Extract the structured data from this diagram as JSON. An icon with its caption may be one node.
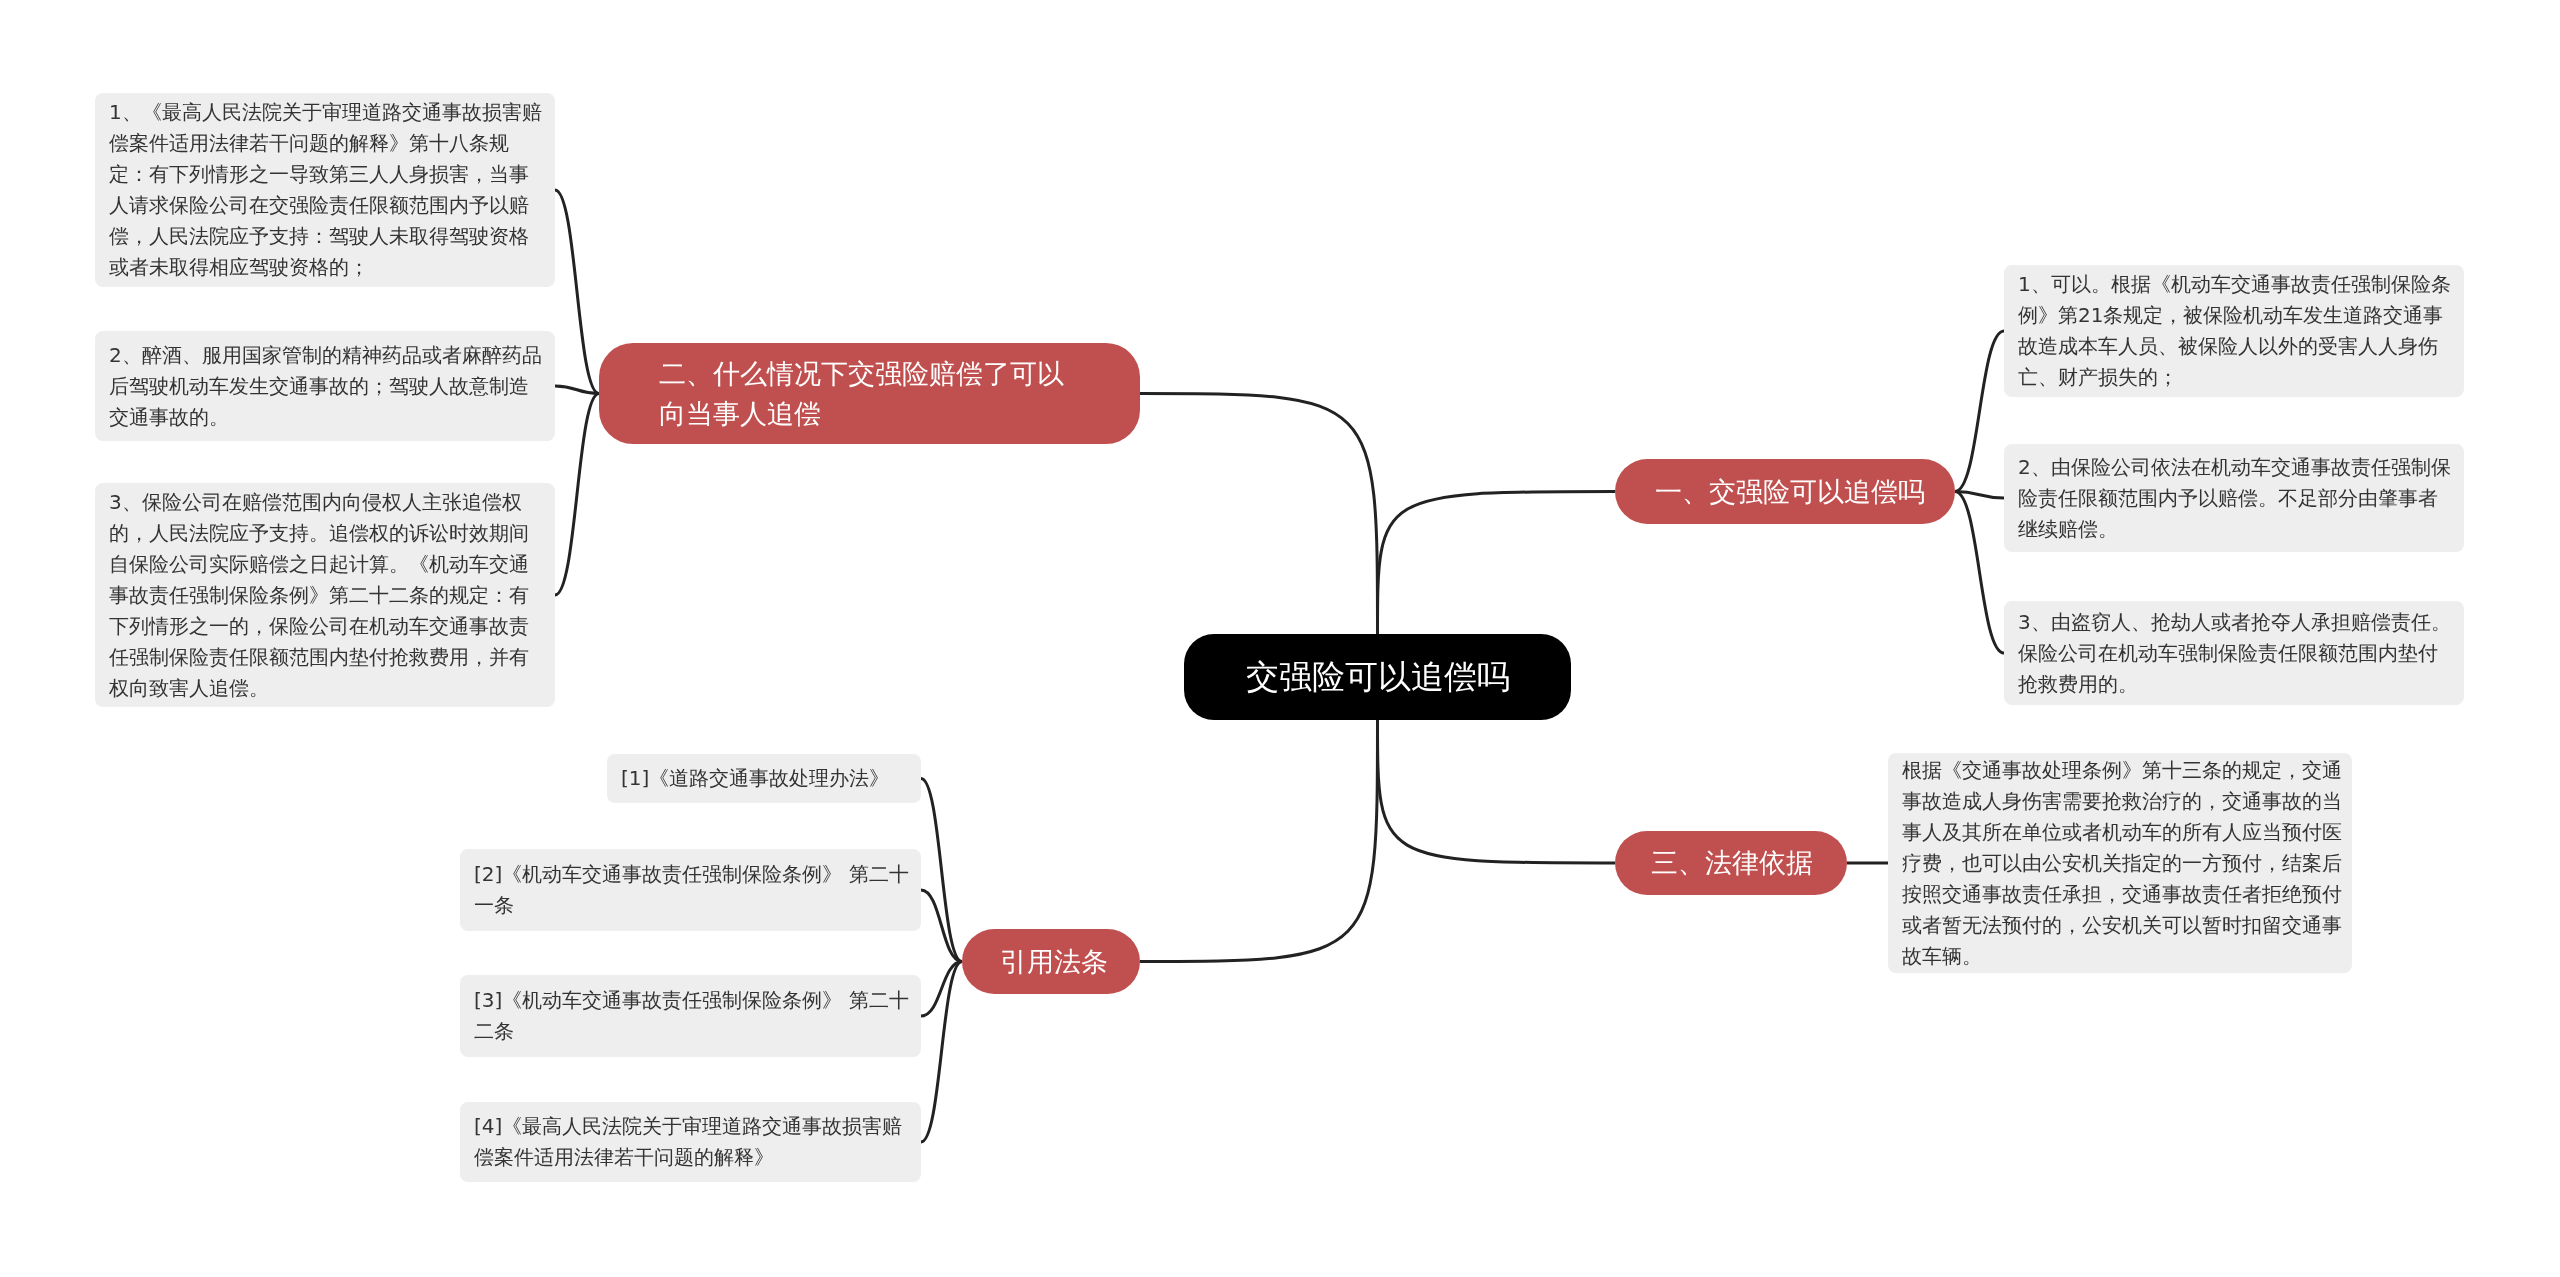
{
  "diagram": {
    "nodes": [
      {
        "text": [
          "交强险可以追偿吗"
        ]
      },
      {
        "text": [
          "二、什么情况下交强险赔偿了可以向当事人追偿"
        ]
      },
      {
        "text": [
          "1、《最高人民法院关于审理道路交通事故损害赔偿案件适用法律若干问题的解释》第十八条规定：有下列情形之一导致第三人人身损害，当事人请求保险公司在交强险责任限额范围内予以赔偿，人民法院应予支持：驾驶人未取得驾驶资格或者未取得相应驾驶资格的；"
        ]
      },
      {
        "text": [
          "2、醉酒、服用国家管制的精神药品或者麻醉药品后驾驶机动车发生交通事故的；驾驶人故意制造交通事故的。"
        ]
      },
      {
        "text": [
          "3、保险公司在赔偿范围内向侵权人主张追偿权的，人民法院应予支持。追偿权的诉讼时效期间自保险公司实际赔偿之日起计算。《机动车交通事故责任强制保险条例》第二十二条的规定：有下列情形之一的，保险公司在机动车交通事故责任强制保险责任限额范围内垫付抢救费用，并有权向致害人追偿。"
        ]
      },
      {
        "text": [
          "引用法条"
        ]
      },
      {
        "text": [
          "[1]《道路交通事故处理办法》"
        ]
      },
      {
        "text": [
          "[2]《机动车交通事故责任强制保险条例》 第二十一条"
        ]
      },
      {
        "text": [
          "[3]《机动车交通事故责任强制保险条例》 第二十二条"
        ]
      },
      {
        "text": [
          "[4]《最高人民法院关于审理道路交通事故损害赔偿案件适用法律若干问题的解释》"
        ]
      },
      {
        "text": [
          "一、交强险可以追偿吗"
        ]
      },
      {
        "text": [
          "1、可以。根据《机动车交通事故责任强制保险条例》第21条规定，被保险机动车发生道路交通事故造成本车人员、被保险人以外的受害人人身伤亡、财产损失的；"
        ]
      },
      {
        "text": [
          "2、由保险公司依法在机动车交通事故责任强制保险责任限额范围内予以赔偿。不足部分由肇事者继续赔偿。"
        ]
      },
      {
        "text": [
          "3、由盗窃人、抢劫人或者抢夺人承担赔偿责任。保险公司在机动车强制保险责任限额范围内垫付抢救费用的。"
        ]
      },
      {
        "text": [
          "三、法律依据"
        ]
      },
      {
        "text": [
          "根据《交通事故处理条例》第十三条的规定，交通事故造成人身伤害需要抢救治疗的，交通事故的当事人及其所在单位或者机动车的所有人应当预付医疗费，也可以由公安机关指定的一方预付，结案后按照交通事故责任承担，交通事故责任者拒绝预付或者暂无法预付的，公安机关可以暂时扣留交通事故车辆。"
        ]
      }
    ],
    "edges": [
      {
        "from": 0,
        "to": 1,
        "arrow": "none"
      },
      {
        "from": 1,
        "to": 2,
        "arrow": "none"
      },
      {
        "from": 1,
        "to": 3,
        "arrow": "none"
      },
      {
        "from": 1,
        "to": 4,
        "arrow": "none"
      },
      {
        "from": 0,
        "to": 5,
        "arrow": "none"
      },
      {
        "from": 5,
        "to": 6,
        "arrow": "none"
      },
      {
        "from": 5,
        "to": 7,
        "arrow": "none"
      },
      {
        "from": 5,
        "to": 8,
        "arrow": "none"
      },
      {
        "from": 5,
        "to": 9,
        "arrow": "none"
      },
      {
        "from": 0,
        "to": 10,
        "arrow": "none"
      },
      {
        "from": 10,
        "to": 11,
        "arrow": "none"
      },
      {
        "from": 10,
        "to": 12,
        "arrow": "none"
      },
      {
        "from": 10,
        "to": 13,
        "arrow": "none"
      },
      {
        "from": 0,
        "to": 14,
        "arrow": "none"
      },
      {
        "from": 14,
        "to": 15,
        "arrow": "none"
      }
    ]
  }
}
